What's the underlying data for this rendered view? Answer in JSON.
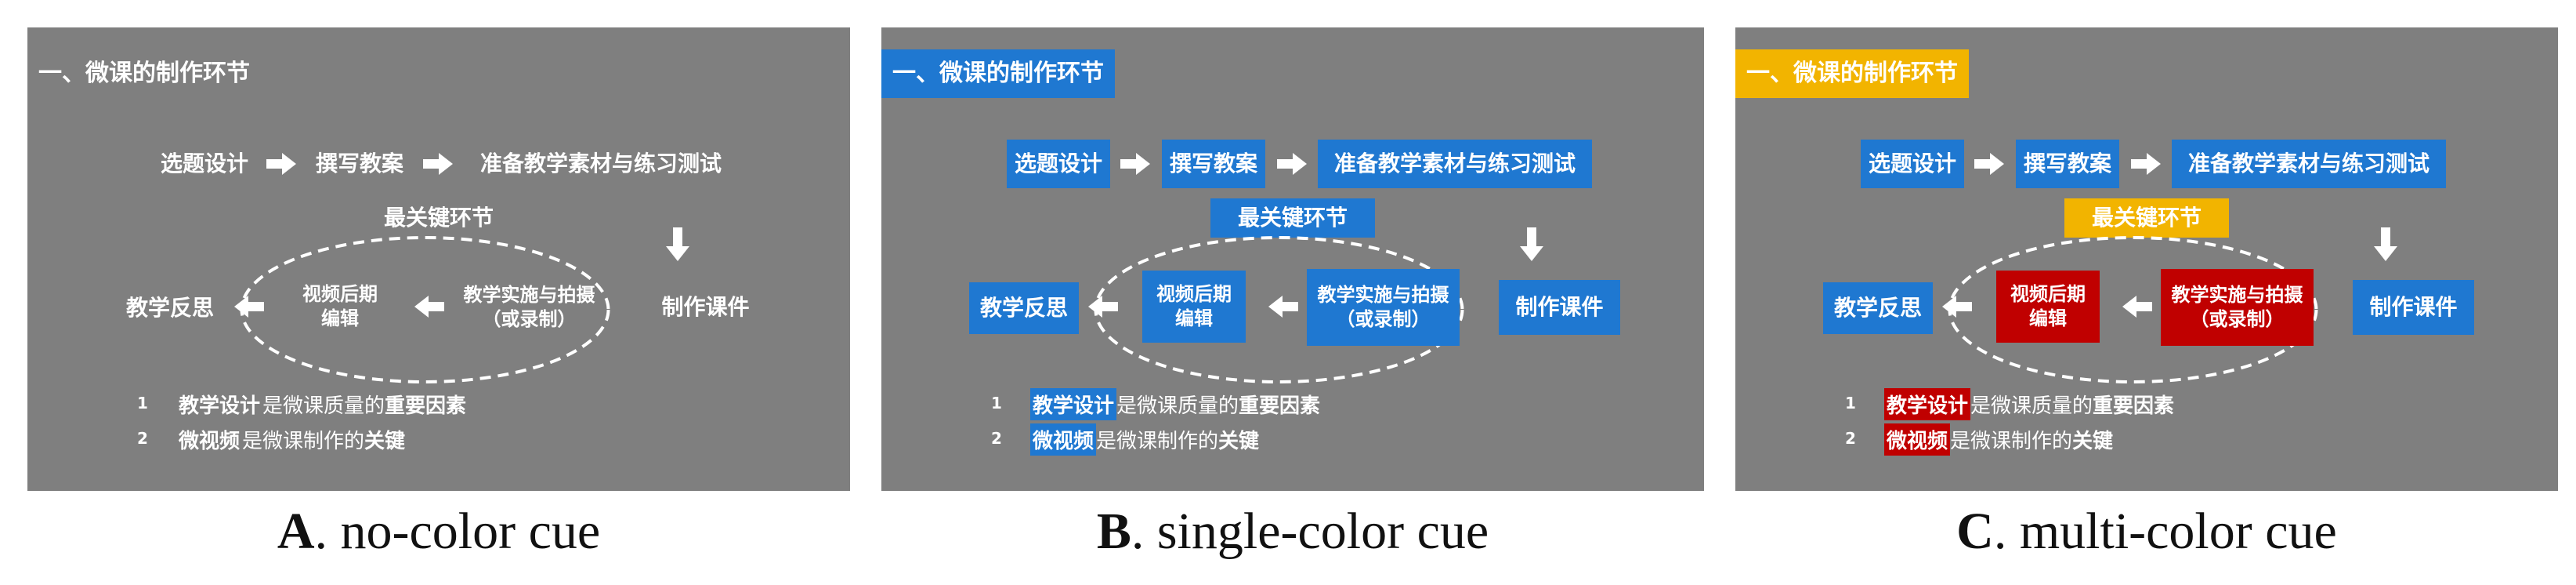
{
  "colors": {
    "panel_bg": "#7f7f7f",
    "text": "#ffffff",
    "blue": "#1f78d1",
    "yellow": "#f2b400",
    "red": "#c00000"
  },
  "texts": {
    "title": "一、微课的制作环节",
    "step_topic": "选题设计",
    "step_plan": "撰写教案",
    "step_material": "准备教学素材与练习测试",
    "key_stage": "最关键环节",
    "step_courseware": "制作课件",
    "step_shoot_l1": "教学实施与拍摄",
    "step_shoot_l2": "（或录制）",
    "step_post_l1": "视频后期",
    "step_post_l2": "编辑",
    "step_reflect": "教学反思",
    "b1_num": "1",
    "b1_kw": "教学设计",
    "b1_mid": "是微课质量的",
    "b1_end": "重要因素",
    "b2_num": "2",
    "b2_kw": "微视频",
    "b2_mid": "是微课制作的",
    "b2_end": "关键"
  },
  "panels": [
    {
      "letter": "A",
      "caption": ". no-color cue"
    },
    {
      "letter": "B",
      "caption": ". single-color cue"
    },
    {
      "letter": "C",
      "caption": ". multi-color cue"
    }
  ]
}
